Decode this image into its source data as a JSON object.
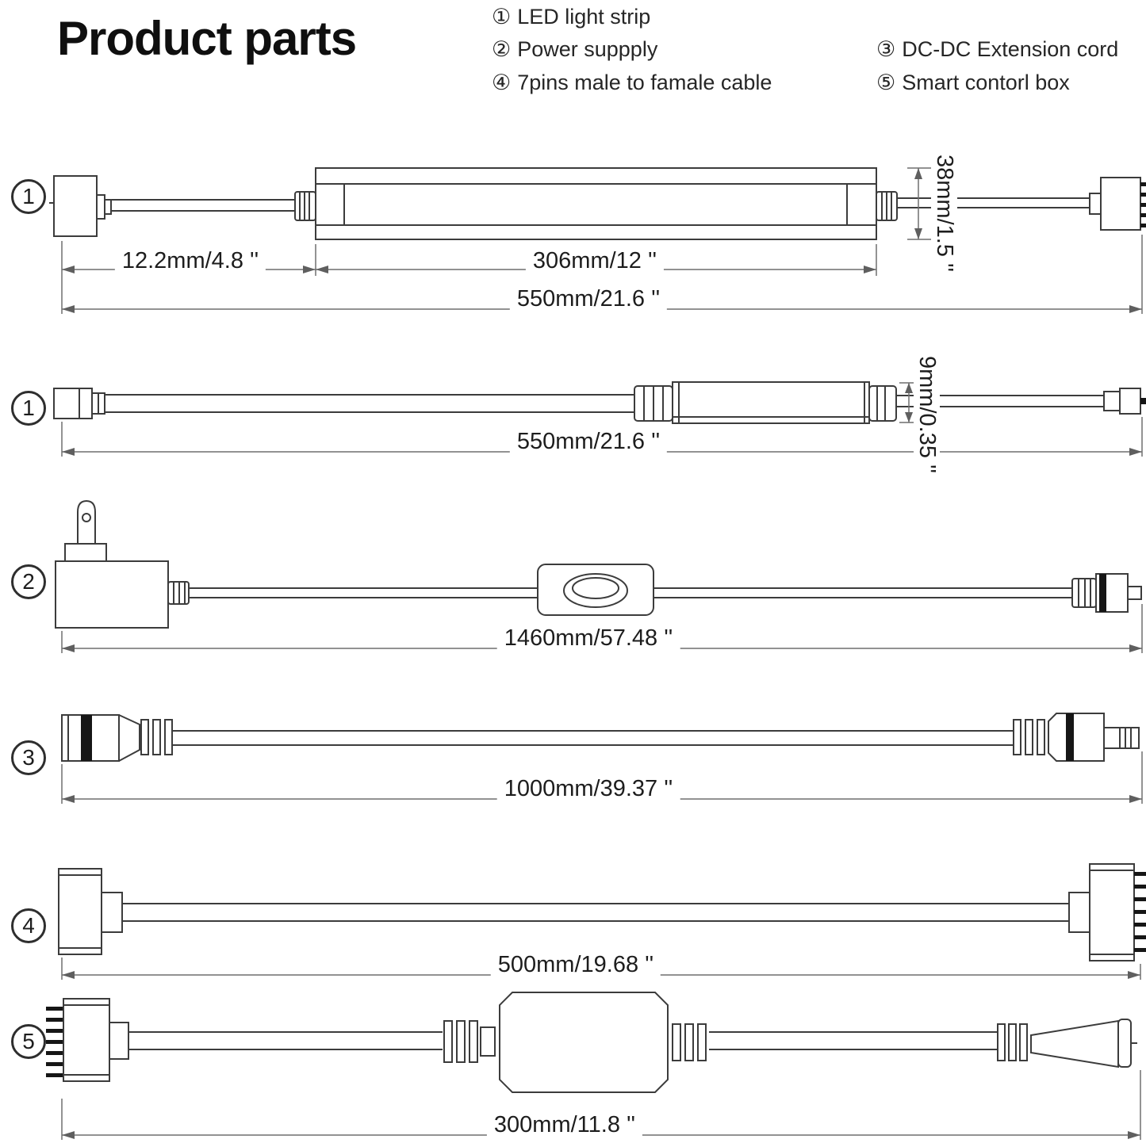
{
  "title": "Product parts",
  "legend": {
    "item1": {
      "num": "①",
      "label": "LED light strip"
    },
    "item2": {
      "num": "②",
      "label": "Power suppply"
    },
    "item4": {
      "num": "④",
      "label": "7pins male to famale cable"
    },
    "item3": {
      "num": "③",
      "label": "DC-DC Extension cord"
    },
    "item5": {
      "num": "⑤",
      "label": "Smart contorl box"
    }
  },
  "rows": {
    "strip_front": {
      "badge": "1",
      "dim_connector": "12.2mm/4.8 ''",
      "dim_body": "306mm/12 ''",
      "dim_total": "550mm/21.6 ''",
      "dim_height": "38mm/1.5 ''"
    },
    "strip_side": {
      "badge": "1",
      "dim_total": "550mm/21.6 ''",
      "dim_height": "9mm/0.35 ''"
    },
    "power_supply": {
      "badge": "2",
      "dim_total": "1460mm/57.48 ''"
    },
    "extension_cord": {
      "badge": "3",
      "dim_total": "1000mm/39.37 ''"
    },
    "pin_cable": {
      "badge": "4",
      "dim_total": "500mm/19.68 ''"
    },
    "control_box": {
      "badge": "5",
      "dim_total": "300mm/11.8 ''"
    }
  },
  "colors": {
    "line": "#3c3c3c",
    "dimension_line": "#6f6f6f",
    "band": "#161616",
    "bg": "#ffffff"
  }
}
